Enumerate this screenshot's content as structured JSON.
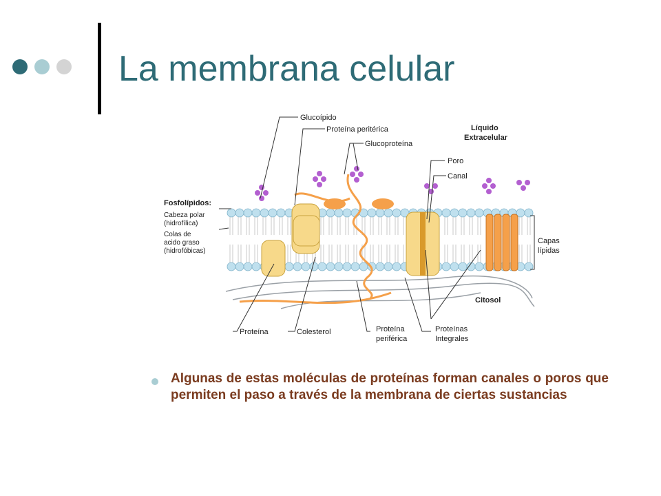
{
  "slide": {
    "title": "La membrana celular",
    "bullet": "Algunas de estas moléculas de proteínas forman canales o poros que permiten el paso a través de la membrana de ciertas sustancias"
  },
  "colors": {
    "title": "#2e6b76",
    "dot_dark": "#2e6b76",
    "dot_mid": "#a9cdd3",
    "dot_light": "#d4d4d4",
    "bullet_text": "#7a3b1f",
    "protein": "#f7d98a",
    "protein_orange": "#f5a04a",
    "lipid_head": "#bfe0ee"
  },
  "diagram": {
    "labels": {
      "glucolipido": "Glucoípido",
      "proteina_periferica_top": "Proteína peritérica",
      "glucoproteina": "Glucoproteína",
      "liquido_1": "Líquido",
      "liquido_2": "Extracelular",
      "poro": "Poro",
      "canal": "Canal",
      "fosfolipidos": "Fosfolípidos:",
      "cabeza_1": "Cabeza polar",
      "cabeza_2": "(hidrofílica)",
      "colas_1": "Colas de",
      "colas_2": "acido graso",
      "colas_3": "(hidrofóbicas)",
      "capas_1": "Capas",
      "capas_2": "lípidas",
      "citosol": "Citosol",
      "proteina": "Proteína",
      "colesterol": "Colesterol",
      "periferica_1": "Proteína",
      "periferica_2": "periférica",
      "integrales_1": "Proteínas",
      "integrales_2": "Integrales"
    }
  }
}
